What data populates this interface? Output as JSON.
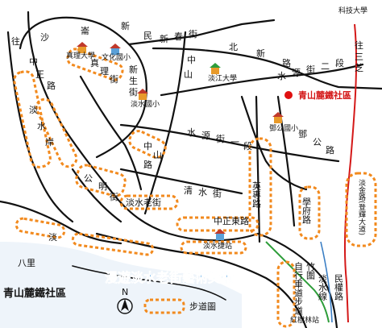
{
  "colors": {
    "trail": "#f28a1e",
    "rail": "#2e9d3a",
    "road": "#111111",
    "river": "#3a7ec4",
    "marker": "#e01010"
  },
  "top_right_label": "科技大學",
  "community_name": "青山麓鐵社區",
  "banner_text": "漫遊淡水老街藝術美術",
  "bottom_left_title": "青山麓鐵社區",
  "legend": {
    "north": "N",
    "trail_label": "步道圖"
  },
  "station_left": "淡水捷站",
  "station_right": "紅樹林站",
  "places": {
    "zhenli": "真理大學",
    "wenhua": "文化國小",
    "tamkang": "淡江大學",
    "tamsui_elem": "淡水國小",
    "dengong": "鄧公國小",
    "tamsui_mrt": "淡水捷站",
    "bali": "八里"
  },
  "streets": {
    "sha": "沙",
    "lun": "崙",
    "xinmin_xin": "新",
    "xinmin_min": "民",
    "xinchun_xin": "新",
    "xinchun_chun": "春",
    "xinchun_jie": "街",
    "wang": "往",
    "zhong1": "中",
    "shan": "山",
    "zhenli_zhen": "真",
    "zhenli_li": "理",
    "zhenli_jie": "街",
    "xinsheng_xin": "新",
    "xinsheng_sheng": "生",
    "xinsheng_jie": "街",
    "bei": "北",
    "xin_road": "新",
    "lu1": "路",
    "shuiyuan": "水",
    "yuan": "源",
    "jie_a": "街",
    "er": "二",
    "duan": "段",
    "zhi": "芝",
    "wang_left": "往",
    "sanzhi": "三",
    "zhi2": "芝",
    "zhongzheng": "中",
    "zheng": "正",
    "lu2": "路",
    "dan": "淡",
    "shui": "水",
    "an": "岸",
    "zhongshan_zhong": "中",
    "zhongshan_shan": "山",
    "zhongshan_lu": "路",
    "gongming": "公",
    "ming": "明",
    "gm_jie": "街",
    "laojie": "淡水老街",
    "qingshui": "清",
    "qs_shui": "水",
    "qs_jie": "街",
    "shuiyuan2": "水",
    "yuan2": "源",
    "jie2": "街",
    "yi": "一",
    "duan2": "段",
    "dengong_deng": "鄧",
    "dengong_gong": "公",
    "dengong_lu": "路",
    "yingzhuan": "英專路",
    "xuefu": "學府路",
    "jinguang": "淡金路(登輝大道)",
    "zhongzheng_east": "中正東路",
    "minzu": "民權路",
    "jiesheng": "竹圍",
    "zixing": "自行車道步道",
    "jiesheng2": "淡水線",
    "dan_side": "淡"
  }
}
